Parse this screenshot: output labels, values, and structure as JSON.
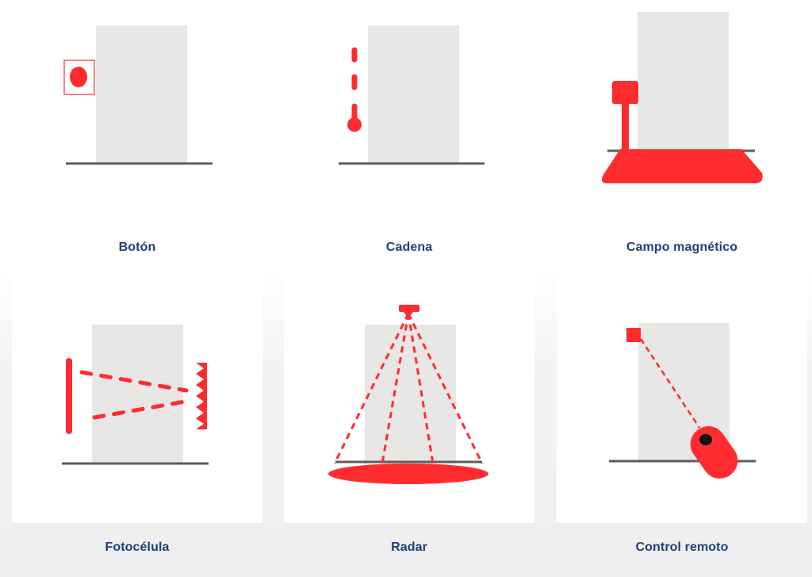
{
  "colors": {
    "accent": "#fe2c2f",
    "door": "#e8e7e5",
    "floor": "#5d5d5d",
    "label": "#1f3f78"
  },
  "items": [
    {
      "label": "Botón",
      "icon": "push-button-icon"
    },
    {
      "label": "Cadena",
      "icon": "pull-chain-icon"
    },
    {
      "label": "Campo magnético",
      "icon": "magnetic-loop-icon"
    },
    {
      "label": "Fotocélula",
      "icon": "photocell-icon"
    },
    {
      "label": "Radar",
      "icon": "radar-icon"
    },
    {
      "label": "Control remoto",
      "icon": "remote-control-icon"
    }
  ]
}
